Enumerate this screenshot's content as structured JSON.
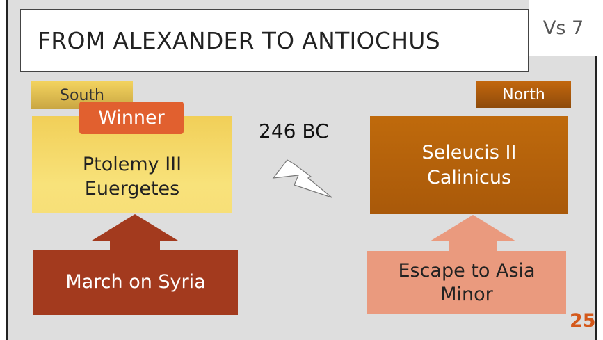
{
  "title": "FROM ALEXANDER TO ANTIOCHUS",
  "verse": "Vs 7",
  "south": {
    "tag": "South",
    "king_line1": "Ptolemy III",
    "king_line2": "Euergetes",
    "badge": "Winner",
    "action": "March on Syria"
  },
  "north": {
    "tag": "North",
    "king_line1": "Seleucis II",
    "king_line2": "Calinicus",
    "action_line1": "Escape to Asia",
    "action_line2": "Minor"
  },
  "year": "246 BC",
  "page_number": "25",
  "colors": {
    "south_gold": "#f1cf58",
    "north_brown": "#b3600b",
    "winner_orange": "#e1602f",
    "march_red": "#a33a1e",
    "escape_salmon": "#ea9a7e",
    "page_number": "#d4581a"
  }
}
